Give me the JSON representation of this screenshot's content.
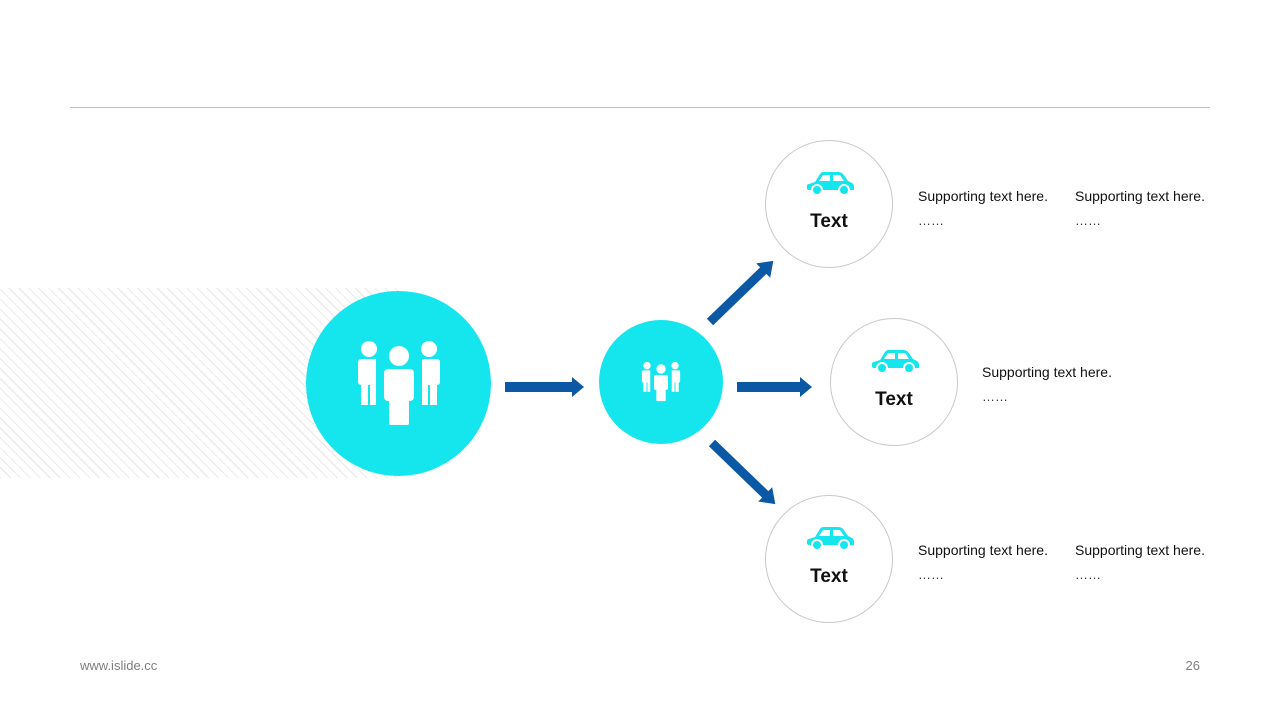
{
  "colors": {
    "accent": "#15e6ee",
    "arrow": "#0b58a4",
    "rule": "#bfbfbf",
    "node_border": "#c8c8c8"
  },
  "hub": {
    "icon": "people-group-icon"
  },
  "relay": {
    "icon": "people-group-icon"
  },
  "nodes": [
    {
      "icon": "car-icon",
      "label": "Text",
      "support": [
        {
          "text": "Supporting text here.",
          "dots": "……"
        },
        {
          "text": "Supporting text here.",
          "dots": "……"
        }
      ]
    },
    {
      "icon": "car-icon",
      "label": "Text",
      "support": [
        {
          "text": "Supporting text here.",
          "dots": "……"
        }
      ]
    },
    {
      "icon": "car-icon",
      "label": "Text",
      "support": [
        {
          "text": "Supporting text here.",
          "dots": "……"
        },
        {
          "text": "Supporting text here.",
          "dots": "……"
        }
      ]
    }
  ],
  "footer": {
    "url": "www.islide.cc",
    "page": "26"
  }
}
